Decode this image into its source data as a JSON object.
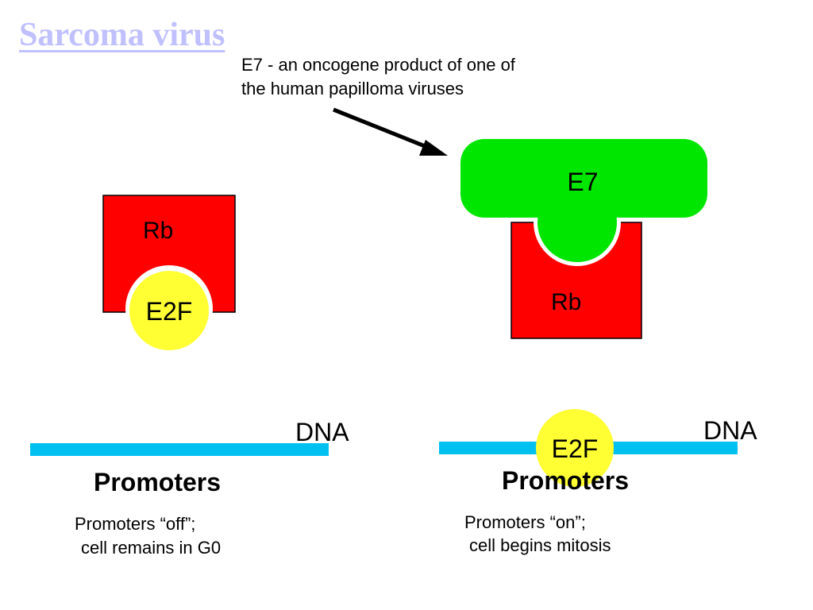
{
  "title": {
    "link_text": "Sarcoma virus"
  },
  "annotation": {
    "line1": "E7 - an oncogene product of one of",
    "line2": "the human papilloma viruses"
  },
  "left_panel": {
    "rb_label": "Rb",
    "e2f_label": "E2F",
    "dna_label": "DNA",
    "promoters_label": "Promoters",
    "caption_line1": "Promoters “off”;",
    "caption_line2": "cell remains in G0"
  },
  "right_panel": {
    "e7_label": "E7",
    "rb_label": "Rb",
    "e2f_label": "E2F",
    "dna_label": "DNA",
    "promoters_label": "Promoters",
    "caption_line1": "Promoters “on”;",
    "caption_line2": "cell begins mitosis"
  },
  "colors": {
    "title_link": "#c0c0ff",
    "rb_red": "#ff0000",
    "e2f_yellow": "#ffff33",
    "e7_green": "#00e600",
    "dna_blue": "#00c0f0",
    "text_black": "#000000"
  }
}
